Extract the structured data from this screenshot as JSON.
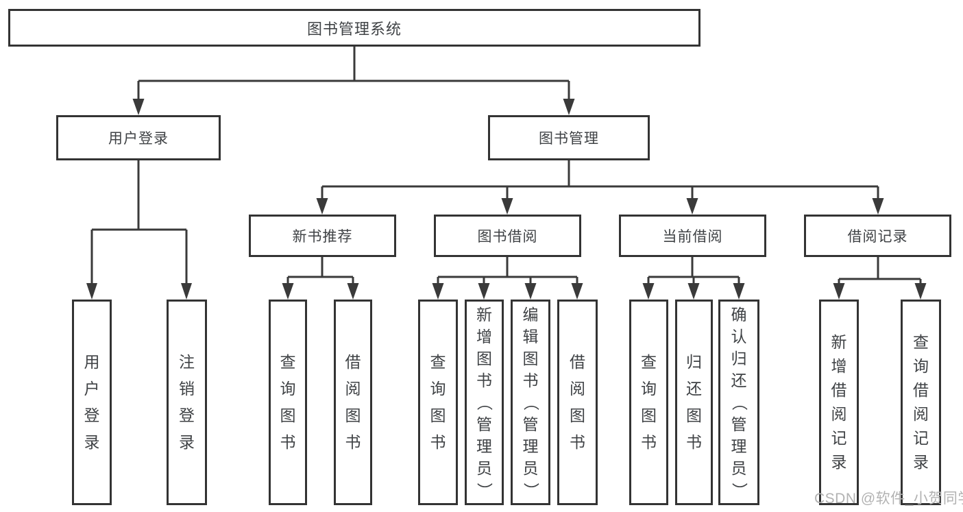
{
  "colors": {
    "line": "#3a3a3a",
    "box_border": "#333333",
    "box_bg": "#ffffff",
    "text": "#3f4245",
    "watermark": "#b2b2b2",
    "background": "#ffffff"
  },
  "root": {
    "label": "图书管理系统"
  },
  "branches": {
    "user_login": {
      "label": "用户登录",
      "leaves": [
        {
          "label": "用户登录"
        },
        {
          "label": "注销登录"
        }
      ]
    },
    "book_management": {
      "label": "图书管理"
    }
  },
  "modules": {
    "new_book": {
      "label": "新书推荐",
      "leaves": [
        {
          "label": "查询图书"
        },
        {
          "label": "借阅图书"
        }
      ]
    },
    "borrow": {
      "label": "图书借阅",
      "leaves": [
        {
          "label": "查询图书"
        },
        {
          "label": "新增图书（管理员）"
        },
        {
          "label": "编辑图书（管理员）"
        },
        {
          "label": "借阅图书"
        }
      ]
    },
    "current": {
      "label": "当前借阅",
      "leaves": [
        {
          "label": "查询图书"
        },
        {
          "label": "归还图书"
        },
        {
          "label": "确认归还（管理员）"
        }
      ]
    },
    "records": {
      "label": "借阅记录",
      "leaves": [
        {
          "label": "新增借阅记录"
        },
        {
          "label": "查询借阅记录"
        }
      ]
    }
  },
  "watermark": {
    "text": "CSDN @软件_小贺同学"
  }
}
